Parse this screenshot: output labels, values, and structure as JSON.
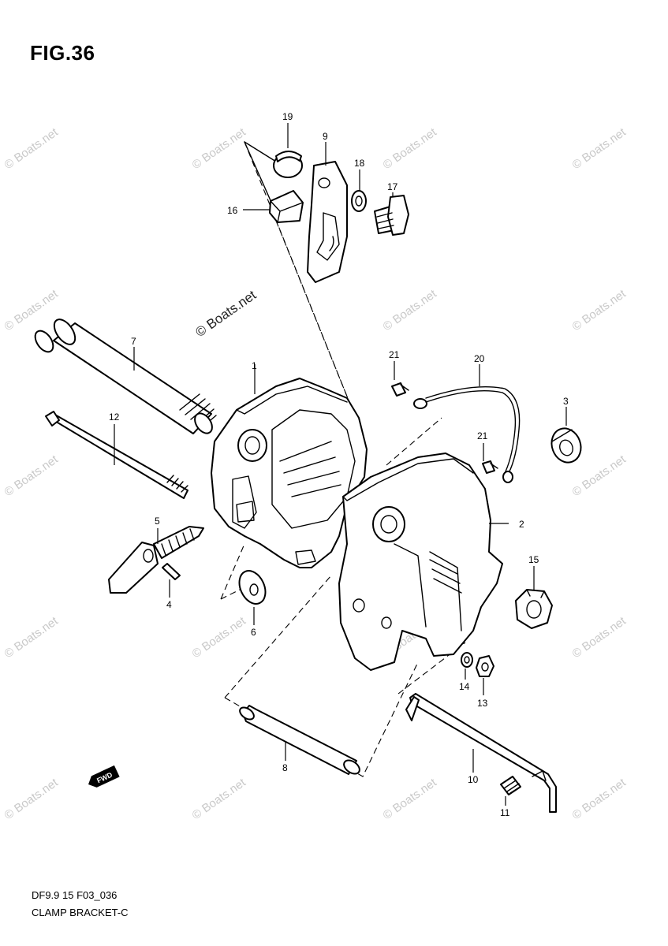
{
  "figure": {
    "title": "FIG.36"
  },
  "watermark": {
    "text": "© Boats.net"
  },
  "footer": {
    "code": "DF9.9 15 F03_036",
    "name": "CLAMP BRACKET-C"
  },
  "fwd_label": "FWD",
  "callouts": {
    "p1": "1",
    "p2": "2",
    "p3": "3",
    "p4": "4",
    "p5": "5",
    "p6": "6",
    "p7": "7",
    "p8": "8",
    "p9": "9",
    "p10": "10",
    "p11": "11",
    "p12": "12",
    "p13": "13",
    "p14": "14",
    "p15": "15",
    "p16": "16",
    "p17": "17",
    "p18": "18",
    "p19": "19",
    "p20": "20",
    "p21a": "21",
    "p21b": "21"
  }
}
